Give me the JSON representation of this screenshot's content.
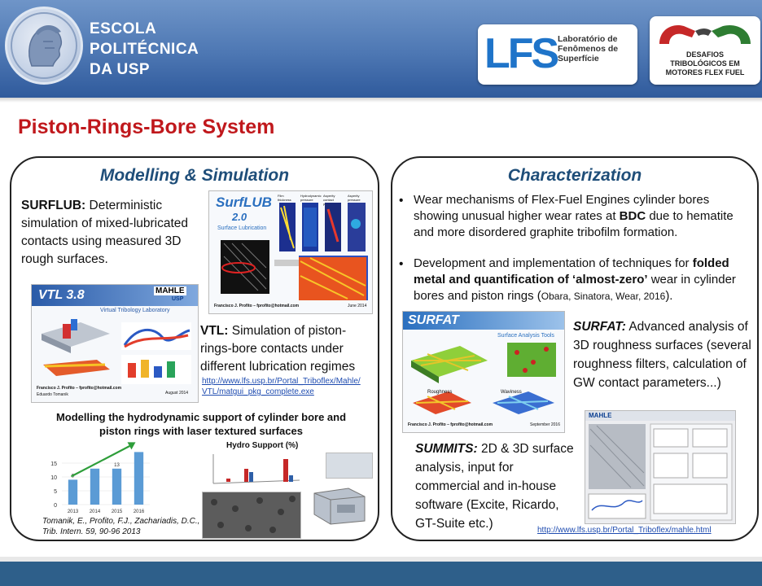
{
  "header": {
    "school_lines": [
      "ESCOLA",
      "POLITÉCNICA",
      "DA USP"
    ],
    "lfs_letters": "LFS",
    "lfs_text_lines": [
      "Laboratório de",
      "Fenômenos de",
      "Superfície"
    ],
    "desafios_lines": [
      "DESAFIOS",
      "TRIBOLÓGICOS EM",
      "MOTORES FLEX FUEL"
    ]
  },
  "title": "Piston-Rings-Bore System",
  "left_panel": {
    "heading": "Modelling & Simulation",
    "surflub_label": "SURFLUB:",
    "surflub_text": " Deterministic simulation of mixed-lubricated contacts using measured 3D rough surfaces.",
    "surflub_image": {
      "title": "SurfLUB",
      "version": "2.0",
      "subtitle": "Surface Lubrication",
      "col_labels": [
        "Film thickness",
        "Hydrodynamic pressure",
        "Asperity contact pressure",
        "Asperity pressure"
      ],
      "footer": "Francisco J. Profito – fprofito@hotmail.com",
      "date": "June 2014"
    },
    "vtl_image": {
      "title": "VTL 3.8",
      "brand": "MAHLE",
      "brand_sub": "USP",
      "subtitle": "Virtual Tribology Laboratory",
      "footer_1": "Francisco J. Profito – fprofito@hotmail.com",
      "footer_2": "Eduardo Tomanik",
      "date": "August 2014"
    },
    "vtl_label": "VTL:",
    "vtl_text": " Simulation of piston-rings-bore contacts under different lubrication regimes",
    "vtl_link": "http://www.lfs.usp.br/Portal_Triboflex/Mahle/VTL/matgui_pkg_complete.exe",
    "modelling_heading": "Modelling the hydrodynamic support of cylinder bore and piston rings with laser textured surfaces",
    "bar_chart": {
      "categories": [
        "2013",
        "2014",
        "2015",
        "2016"
      ],
      "values": [
        9,
        13,
        13,
        19
      ],
      "data_labels": [
        "9",
        "",
        "13",
        ""
      ],
      "ylim": [
        0,
        20
      ],
      "yticks": [
        "0",
        "5",
        "10",
        "15"
      ],
      "bar_color": "#5b9bd5",
      "arrow_color": "#2e9e3a"
    },
    "hydro_support_title": "Hydro Support (%)",
    "reference": "Tomanik, E., Profito, F.J., Zachariadis, D.C., Trib. Intern. 59, 90-96 2013"
  },
  "right_panel": {
    "heading": "Characterization",
    "bullet_1": "Wear mechanisms of Flex-Fuel Engines cylinder bores showing unusual higher wear rates at ",
    "bullet_1_bold": "BDC",
    "bullet_1_end": " due to hematite and more disordered graphite tribofilm formation.",
    "bullet_2_start": "Development and implementation of techniques for ",
    "bullet_2_bold": "folded metal and quantification of ‘almost-zero’",
    "bullet_2_mid": " wear in cylinder bores and piston rings (",
    "bullet_2_ref": "Obara, Sinatora, Wear, 2016",
    "bullet_2_end": ").",
    "surfat_image": {
      "title": "SURFAT",
      "subtitle": "Surface Analysis Tools",
      "label_1": "Roughness",
      "label_2": "Waviness",
      "footer": "Francisco J. Profito – fprofito@hotmail.com",
      "date": "September 2016"
    },
    "surfat_label": "SURFAT:",
    "surfat_text": " Advanced analysis of 3D roughness surfaces (several roughness filters, calculation of GW contact parameters...)",
    "summits_label": "SUMMITS:",
    "summits_text": " 2D & 3D surface analysis, input for commercial and in-house software (Excite, Ricardo, GT-Suite etc.)",
    "summits_image": {
      "brand": "MAHLE"
    },
    "summits_link": "http://www.lfs.usp.br/Portal_Triboflex/mahle.html"
  }
}
